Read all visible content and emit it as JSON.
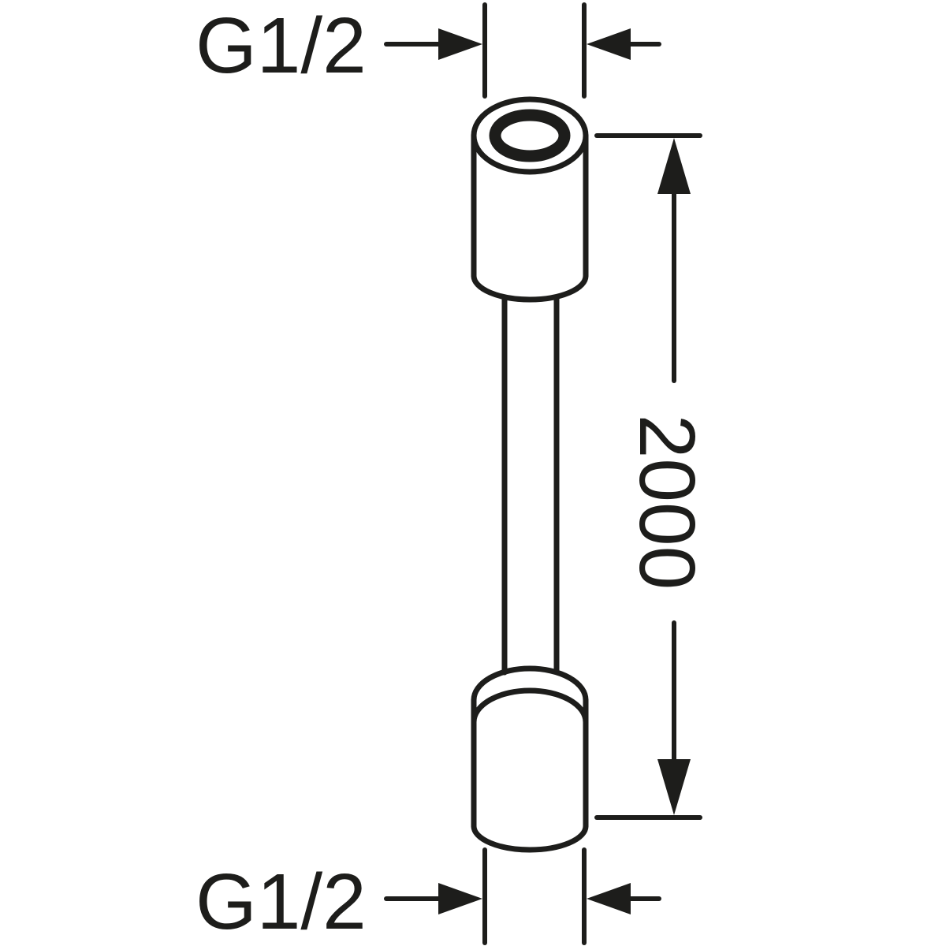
{
  "drawing": {
    "line_color": "#1d1d1b",
    "background_color": "#ffffff",
    "top_thread_label": "G1/2",
    "bottom_thread_label": "G1/2",
    "length_label": "2000"
  }
}
